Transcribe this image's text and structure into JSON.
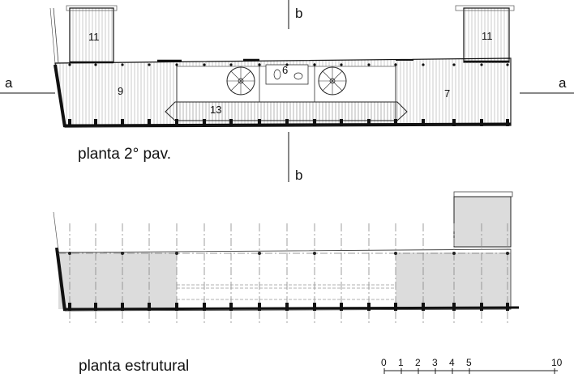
{
  "plan_upper": {
    "caption": "planta 2° pav.",
    "rooms": {
      "r11_left": "11",
      "r11_right": "11",
      "r9": "9",
      "r7": "7",
      "r13": "13",
      "r6": "6"
    }
  },
  "cuts": {
    "a_left": "a",
    "a_right": "a",
    "b_top": "b",
    "b_bottom": "b"
  },
  "plan_structural": {
    "caption": "planta estrutural"
  },
  "scale_bar": {
    "ticks": [
      "0",
      "1",
      "2",
      "3",
      "4",
      "5",
      "10"
    ]
  },
  "colors": {
    "line": "#111111",
    "hatch": "#9a9a9a",
    "fill_gray": "#dcdcdc",
    "dash": "#888888"
  }
}
